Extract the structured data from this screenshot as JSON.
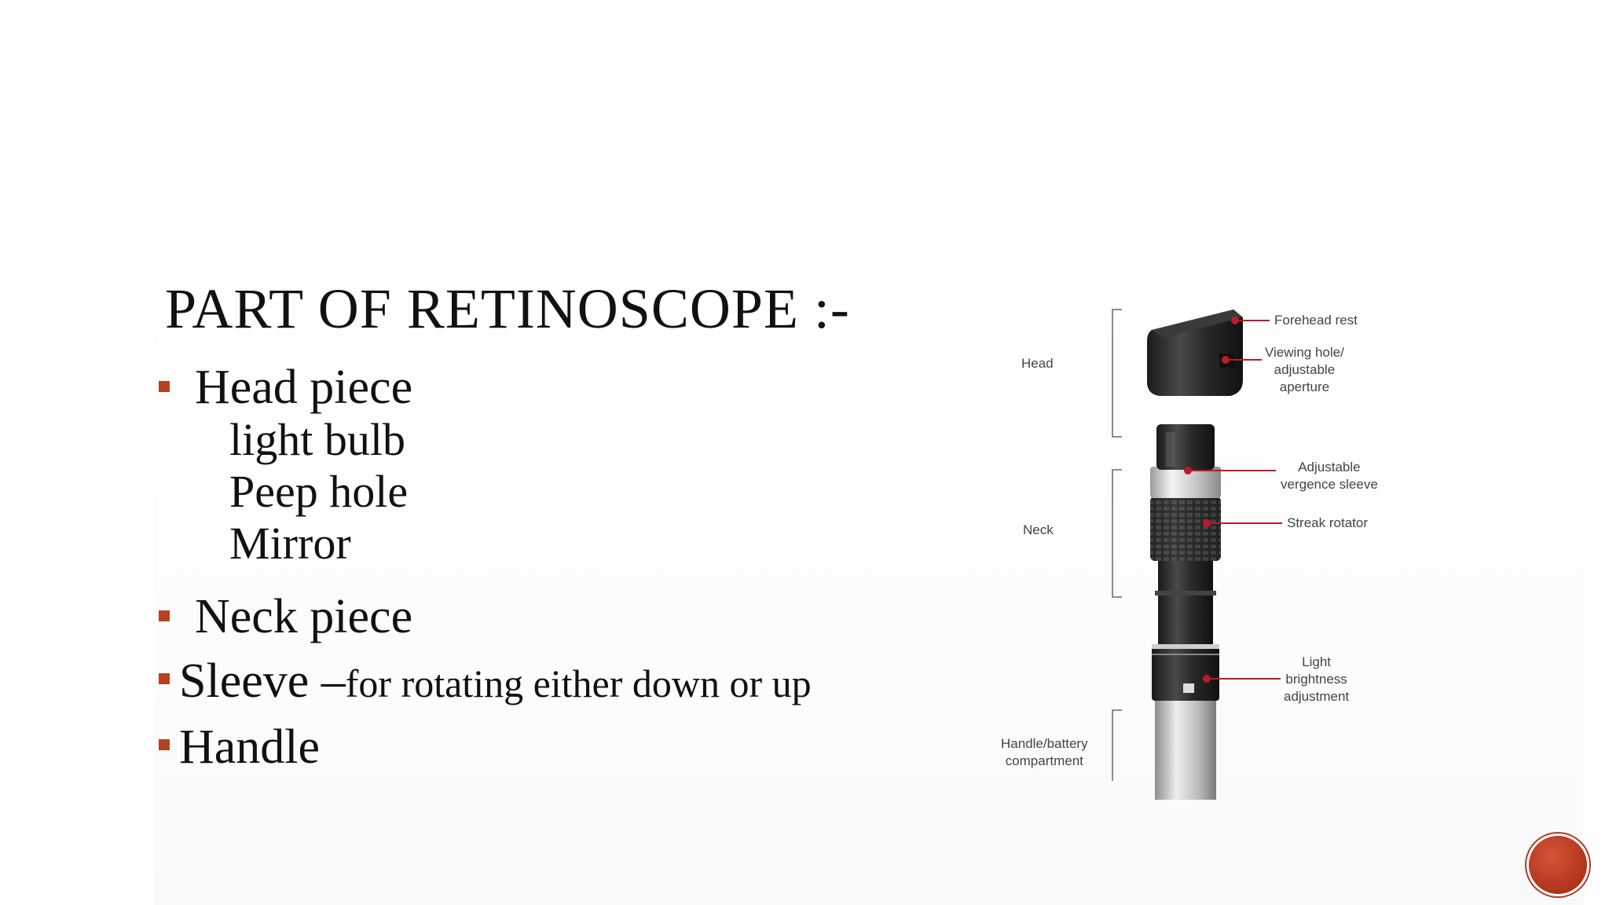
{
  "slide": {
    "title": "PART OF RETINOSCOPE :-",
    "bullets": {
      "head": {
        "label": "Head piece",
        "sub_items": [
          "light bulb",
          "Peep hole",
          "Mirror"
        ]
      },
      "neck": {
        "label": "Neck piece"
      },
      "sleeve": {
        "label": "Sleeve – ",
        "description": "for rotating either down or up"
      },
      "handle": {
        "label": "Handle"
      }
    },
    "accent_color": "#b5421e"
  },
  "diagram": {
    "section_labels": {
      "head": "Head",
      "neck": "Neck",
      "handle": [
        "Handle/battery",
        "compartment"
      ]
    },
    "callouts": {
      "forehead_rest": [
        "Forehead rest"
      ],
      "viewing_hole": [
        "Viewing hole/",
        "adjustable",
        "aperture"
      ],
      "vergence_sleeve": [
        "Adjustable",
        "vergence sleeve"
      ],
      "streak_rotator": [
        "Streak rotator"
      ],
      "light_brightness": [
        "Light",
        "brightness",
        "adjustment"
      ]
    },
    "callout_color": "#c0182c",
    "icons": [
      "retinoscope-illustration",
      "page-badge-icon"
    ]
  }
}
